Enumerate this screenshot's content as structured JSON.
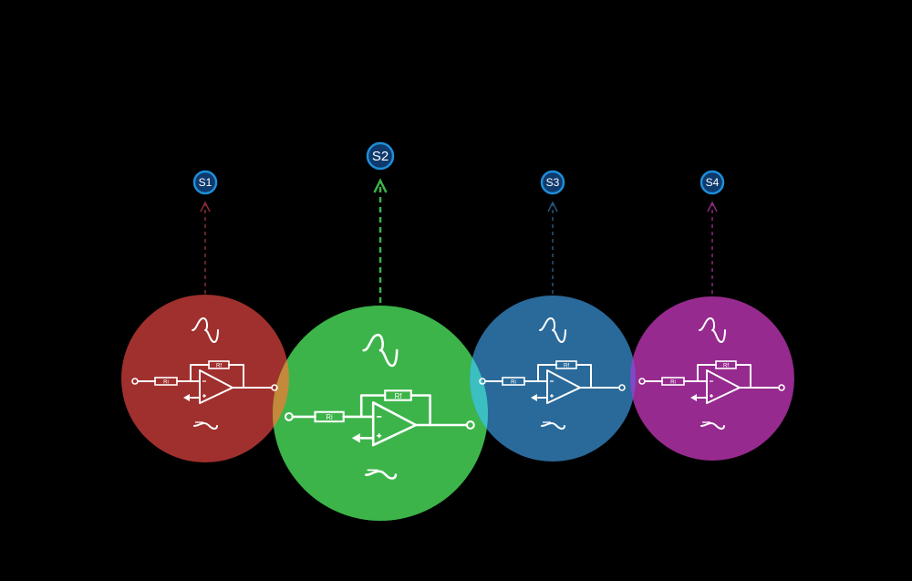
{
  "nodes": [
    {
      "id": "s1",
      "label": "S1",
      "color": "#a0302e",
      "arrow_color": "#8a2a36",
      "input_resistor": "Ri",
      "feedback_resistor": "Rf"
    },
    {
      "id": "s2",
      "label": "S2",
      "color": "#3cb44a",
      "arrow_color": "#3cb44a",
      "input_resistor": "Ri",
      "feedback_resistor": "Rf"
    },
    {
      "id": "s3",
      "label": "S3",
      "color": "#2a6a9a",
      "arrow_color": "#23577f",
      "input_resistor": "Ri",
      "feedback_resistor": "Rf"
    },
    {
      "id": "s4",
      "label": "S4",
      "color": "#962a8e",
      "arrow_color": "#8a2a7e",
      "input_resistor": "Ri",
      "feedback_resistor": "Rf"
    }
  ],
  "badge_fill": "#0e3a6e",
  "badge_stroke": "#1f8ed8",
  "overlap_colors": {
    "s1_s2": "#c28a3a",
    "s2_s3": "#3bbfc0",
    "s3_s4": "#7a4cc8"
  },
  "icons": {
    "top": "sine-wave-icon",
    "middle": "inverting-op-amp-circuit",
    "bottom": "damped-wave-icon"
  }
}
